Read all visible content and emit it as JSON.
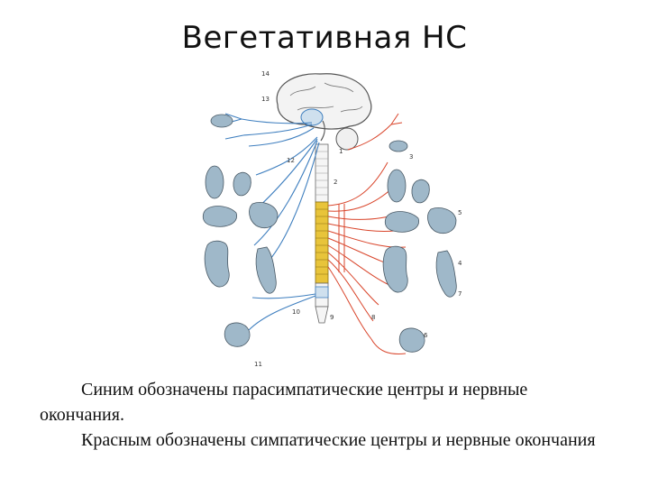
{
  "slide": {
    "title": "Вегетативная НС"
  },
  "diagram": {
    "colors": {
      "parasympathetic": "#3f7fbf",
      "sympathetic": "#d9452b",
      "spinal_cord": "#e8c43a",
      "organ": "#9fb8c9"
    },
    "labels": {
      "n1": "1",
      "n2": "2",
      "n3": "3",
      "n4": "4",
      "n5": "5",
      "n6": "6",
      "n7": "7",
      "n8": "8",
      "n9": "9",
      "n10": "10",
      "n11": "11",
      "n12": "12",
      "n13": "13",
      "n14": "14"
    }
  },
  "caption": {
    "line1": "Синим обозначены парасимпатические центры и нервные окончания.",
    "line2": "Красным обозначены симпатические центры и нервные окончания"
  }
}
